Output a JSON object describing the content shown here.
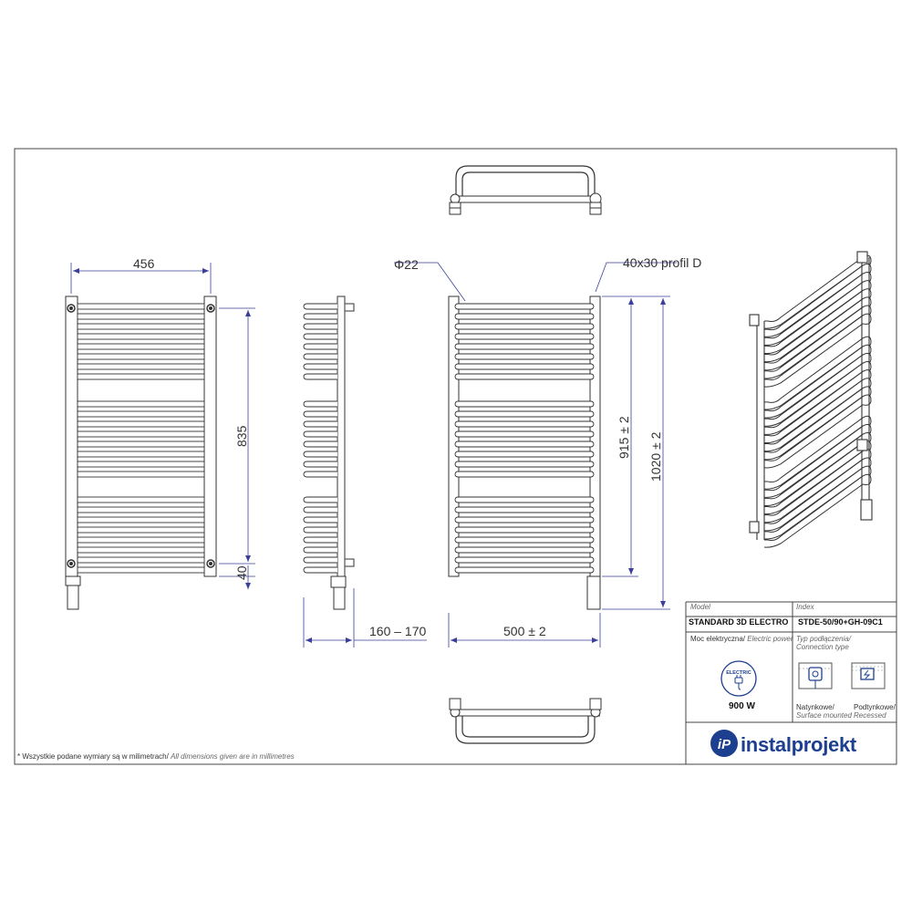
{
  "dimensions": {
    "front_width": "456",
    "front_height": "835",
    "front_bottom": "40",
    "side_depth": "160 – 170",
    "width_total": "500  ± 2",
    "height_axis": "915  ± 2",
    "height_total": "1020  ± 2",
    "tube_diameter": "Φ22",
    "profile": "40x30 profil D"
  },
  "title_block": {
    "model_label": "Model",
    "model_value": "STANDARD 3D ELECTRO",
    "index_label": "Index",
    "index_value": "STDE-50/90+GH-09C1",
    "power_label_pl": "Moc elektryczna/",
    "power_label_en": "Electric power",
    "power_value": "900 W",
    "electric_badge": "ELECTRIC",
    "connection_label_pl": "Typ podłączenia/",
    "connection_label_en": "Connection type",
    "surface_pl": "Natynkowe/",
    "surface_en": "Surface mounted",
    "recessed_pl": "Podtynkowe/",
    "recessed_en": "Recessed"
  },
  "logo_text": "instalprojekt",
  "logo_mark": "iP",
  "footnote_pl": "* Wszystkie podane wymiary są w milimetrach/",
  "footnote_en": "All dimensions given are in millimetres",
  "icons": [
    "electric-plug-icon",
    "surface-outlet-icon",
    "recessed-outlet-icon",
    "instalprojekt-logo-icon"
  ],
  "colors": {
    "line": "#333333",
    "dim": "#3a3f9a",
    "brand": "#1d3f8f"
  }
}
